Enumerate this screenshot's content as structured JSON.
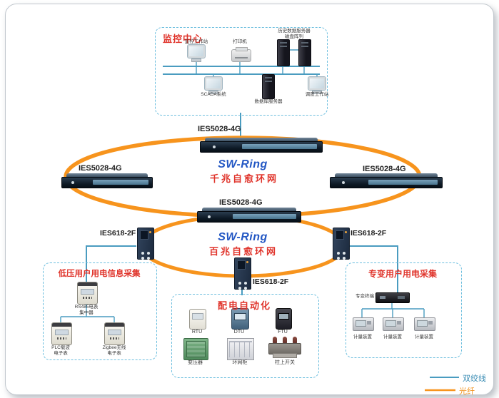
{
  "monitoring_center": {
    "title": "监控中心",
    "workstation1": "监控工作站",
    "printer": "打印机",
    "server_label1": "历史数据服务器",
    "server_label2": "磁盘阵列",
    "scada": "SCADA系统",
    "db_server": "数据库服务器",
    "dispatch": "调度工作站"
  },
  "gigabit_ring": {
    "title": "SW-Ring",
    "subtitle": "千兆自愈环网",
    "switch_top": "IES5028-4G",
    "switch_left": "IES5028-4G",
    "switch_right": "IES5028-4G",
    "switch_bottom": "IES5028-4G"
  },
  "fast_ring": {
    "title": "SW-Ring",
    "subtitle": "百兆自愈环网",
    "switch_left": "IES618-2F",
    "switch_right": "IES618-2F",
    "switch_bottom": "IES618-2F"
  },
  "low_voltage_box": {
    "title": "低压用户用电信息采集",
    "meter1_line1": "RS485电表",
    "meter1_line2": "集中器",
    "meter2_line1": "PLC载波",
    "meter2_line2": "电子表",
    "meter3_line1": "Zigbee无线",
    "meter3_line2": "电子表"
  },
  "distribution_box": {
    "title": "配电自动化",
    "rtu": "RTU",
    "dtu": "DTU",
    "ftu": "FTU",
    "transformer": "变压器",
    "ring_cabinet": "环网柜",
    "pole_switch": "柱上开关"
  },
  "special_box": {
    "title": "专变用户用电采集",
    "terminal": "专变终端",
    "meter1": "计量装置",
    "meter2": "计量装置",
    "meter3": "计量装置"
  },
  "legend": {
    "twisted_pair": "双绞线",
    "fiber": "光纤"
  },
  "colors": {
    "fiber_orange": "#F7941D",
    "twisted_pair_blue": "#4A9CC0",
    "title_red": "#E0342B",
    "ring_title_blue": "#2458C4"
  }
}
